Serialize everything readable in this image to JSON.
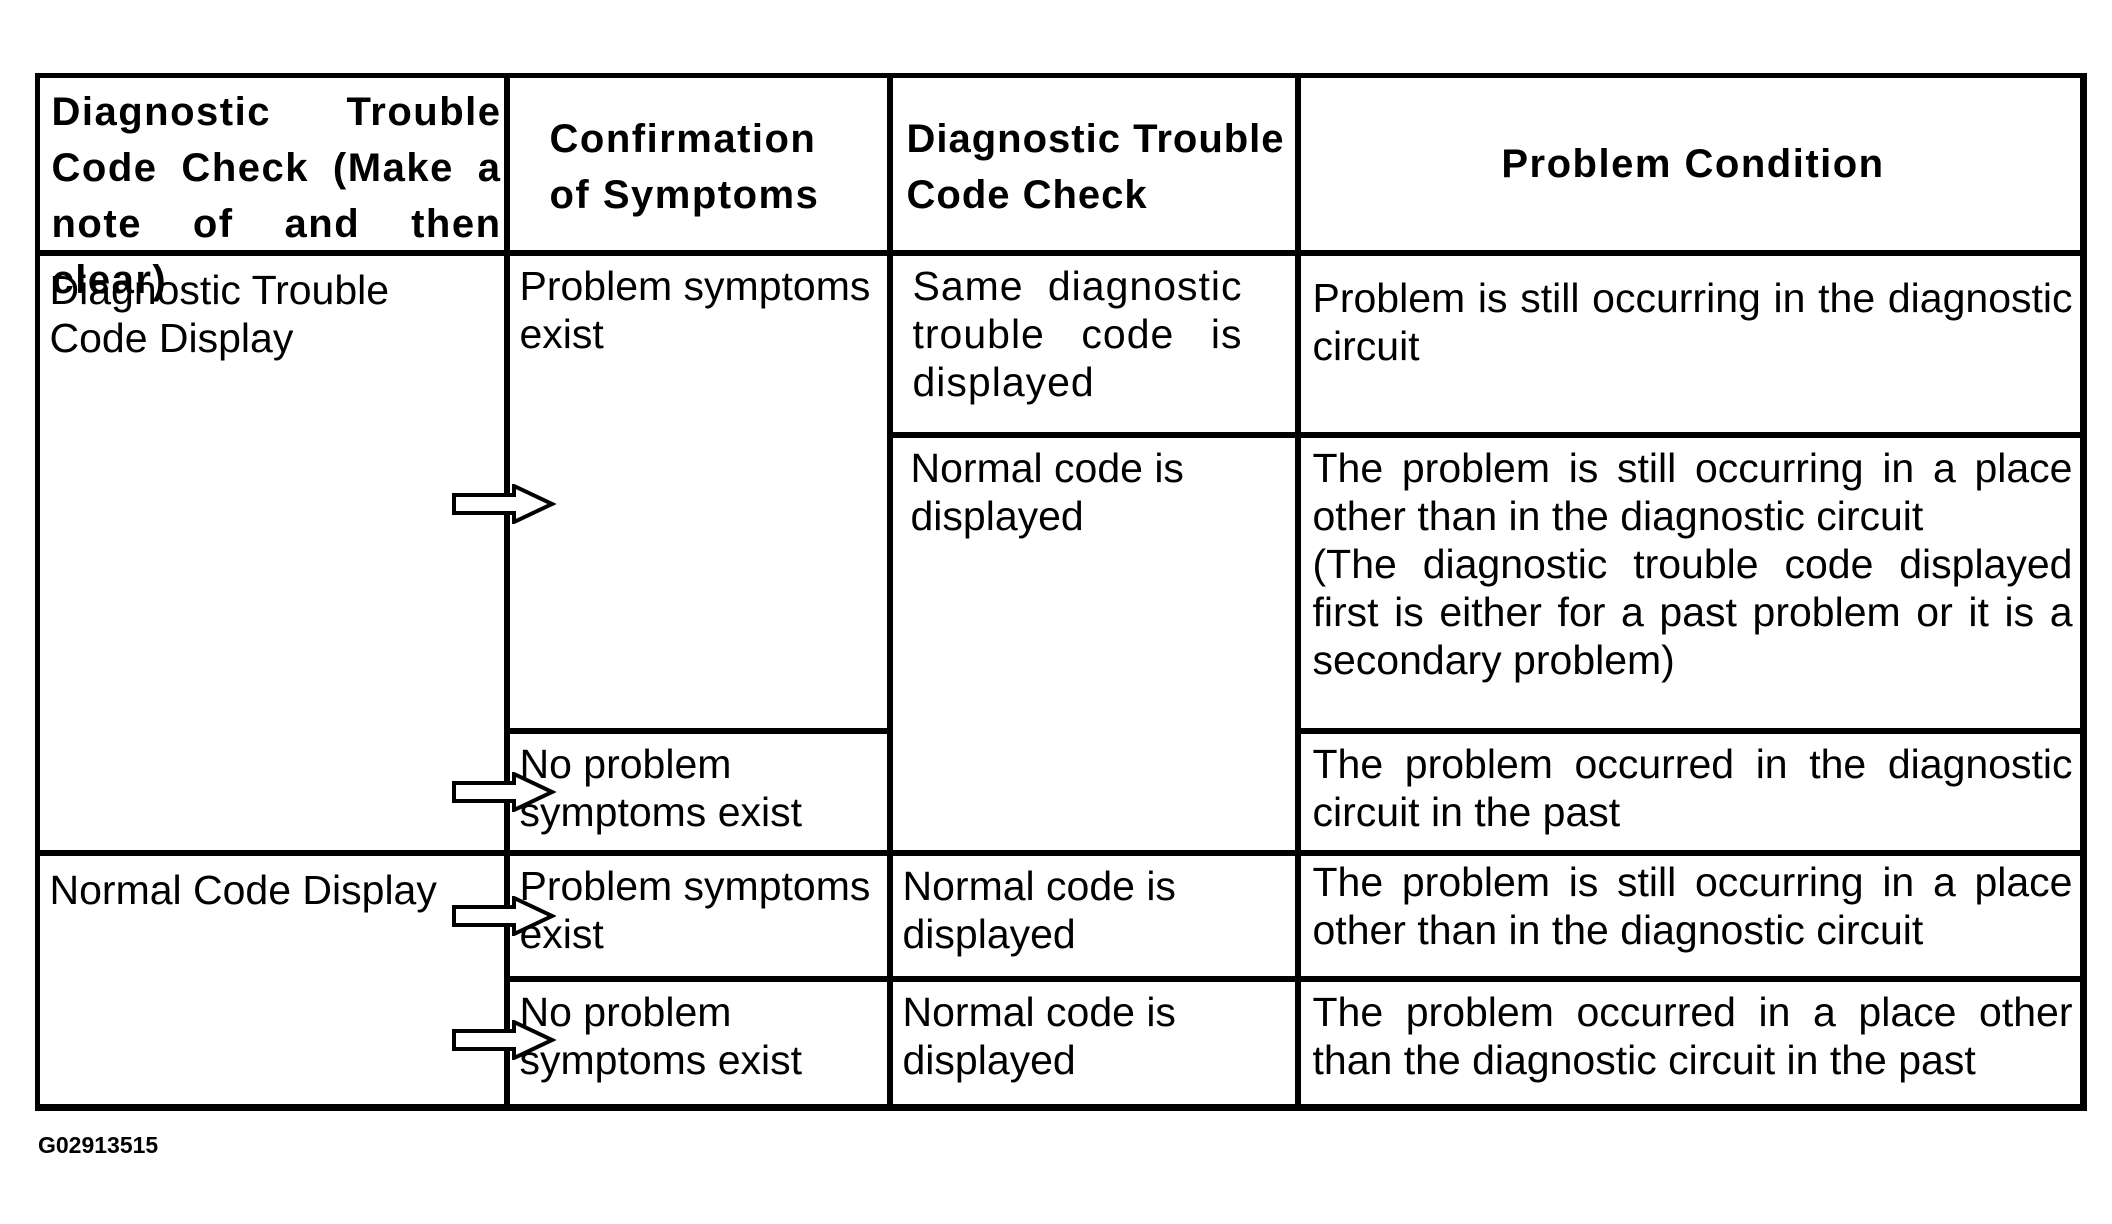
{
  "table": {
    "headers": [
      "Diagnostic Trouble Code Check (Make a note of and then clear)",
      "Confirmation of Symptoms",
      "Diagnostic Trouble Code Check",
      "Problem Condition"
    ],
    "col1": {
      "dtc_display": "Diagnostic Trouble Code Display",
      "normal_display": "Normal Code Display"
    },
    "col2": {
      "r1": "Problem symptoms exist",
      "r2": "No problem symptoms exist",
      "r3": "Problem symptoms exist",
      "r4": "No problem symptoms exist"
    },
    "col3": {
      "same_code": "Same diagnostic trouble code is displayed",
      "normal_code_a": "Normal code is displayed",
      "normal_code_b": "Normal code is displayed",
      "normal_code_c": "Normal code is displayed"
    },
    "col4": {
      "c1": "Problem is still occurring in the diagnostic circuit",
      "c2a": "The problem is still occurring in a place other than in the diagnostic circuit",
      "c2b": "(The diagnostic trouble code displayed first is either for a past problem or it is a secondary problem)",
      "c3": "The problem occurred in the diagnostic circuit in the past",
      "c4": "The problem is still occurring in a place other than in the diagnostic circuit",
      "c5": "The problem occurred in a place other than the diagnostic circuit in the past"
    }
  },
  "figure_id": "G02913515",
  "icons": [
    "arrow-right-icon"
  ]
}
